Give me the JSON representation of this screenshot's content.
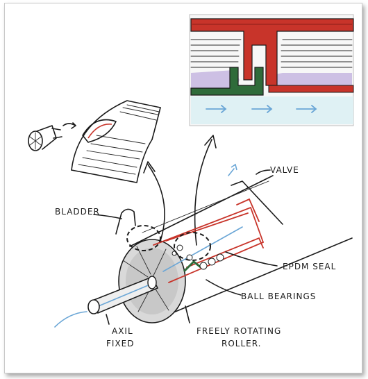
{
  "labels": {
    "valve": "VALVE",
    "bladder": "BLADDER",
    "epdm_seal": "EPDM SEAL",
    "ball_bearings": "BALL BEARINGS",
    "axil_line1": "AXIL",
    "axil_line2": "FIXED",
    "roller_line1": "FREELY ROTATING",
    "roller_line2": "ROLLER."
  },
  "colors": {
    "ink": "#1b1b1b",
    "seal_red": "#c8342a",
    "seal_green": "#2f6b3a",
    "water_blue": "#6aa6d6",
    "bladder_lilac": "#b9a8d6",
    "inset_water": "#dff1f4"
  }
}
